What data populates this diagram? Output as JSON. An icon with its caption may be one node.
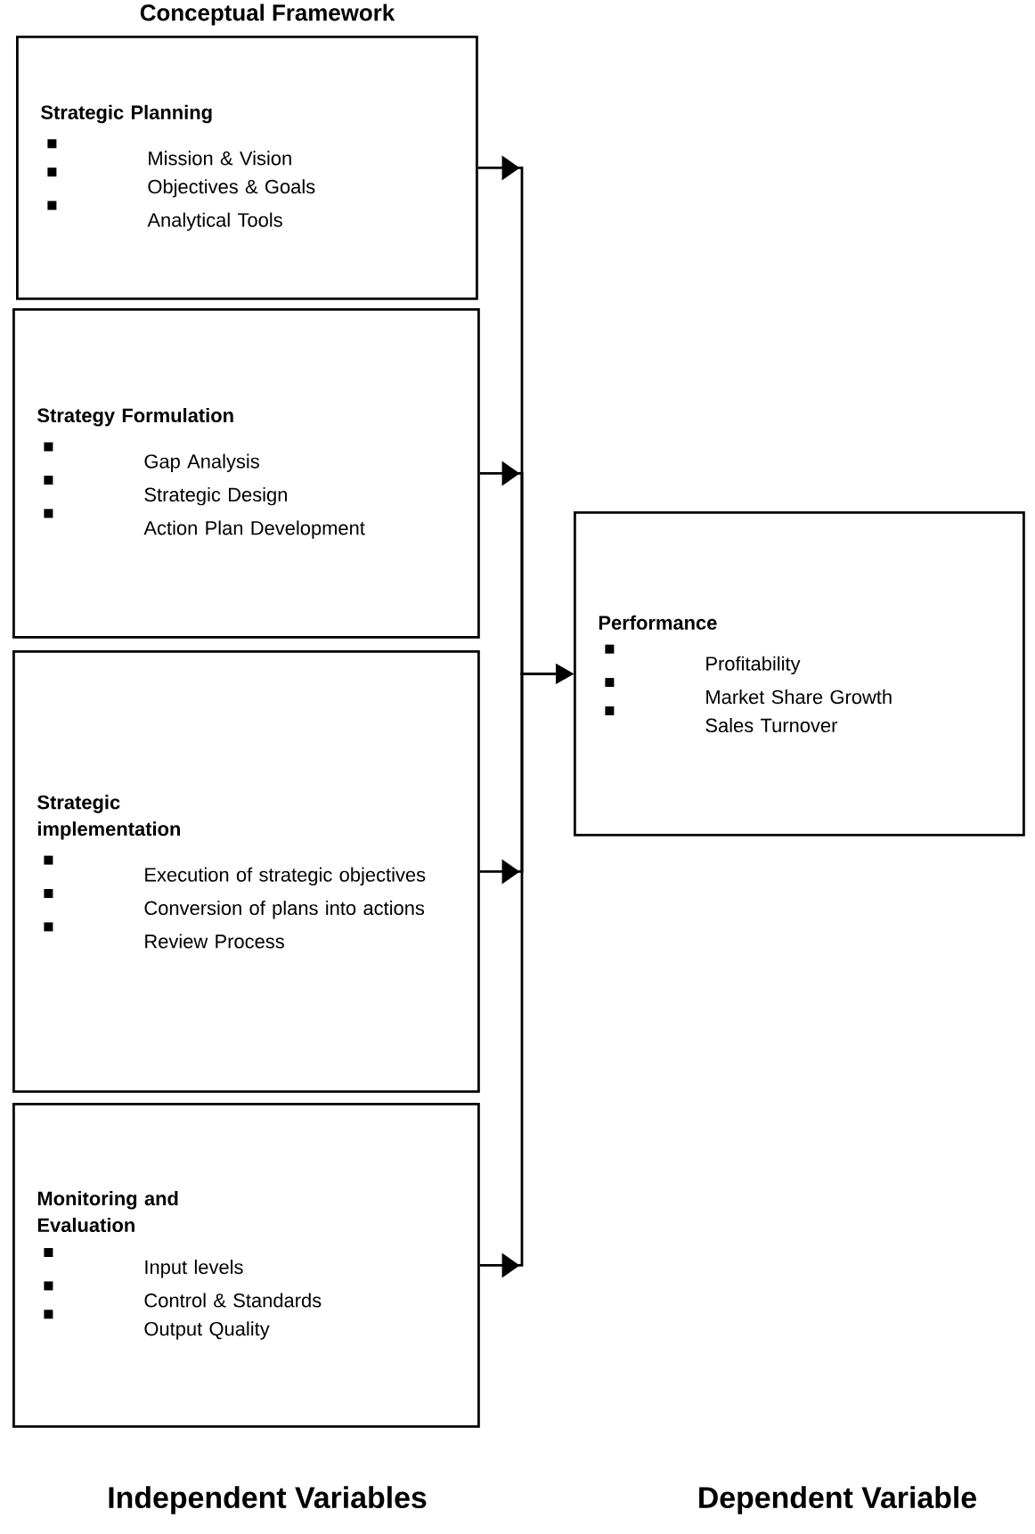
{
  "diagram": {
    "title": "Conceptual Framework",
    "nodes": [
      {
        "text": [
          "Strategic Planning",
          "Mission & Vision",
          "Objectives & Goals",
          "Analytical Tools"
        ]
      },
      {
        "text": [
          "Strategy Formulation",
          "Gap Analysis",
          "Strategic Design",
          "Action Plan Development"
        ]
      },
      {
        "text": [
          "Strategic implementation",
          "Execution of strategic objectives",
          "Conversion of plans into actions",
          "Review Process"
        ]
      },
      {
        "text": [
          "Monitoring and Evaluation",
          "Input levels",
          "Control & Standards",
          "Output Quality"
        ]
      },
      {
        "text": [
          "Performance",
          "Profitability",
          "Market Share Growth",
          "Sales Turnover"
        ]
      }
    ],
    "edges": [
      {
        "from": 0,
        "to": 4,
        "arrow": "to"
      },
      {
        "from": 1,
        "to": 4,
        "arrow": "to"
      },
      {
        "from": 2,
        "to": 4,
        "arrow": "to"
      },
      {
        "from": 3,
        "to": 4,
        "arrow": "to"
      }
    ],
    "labels": [
      "Independent Variables",
      "Dependent Variable"
    ]
  }
}
